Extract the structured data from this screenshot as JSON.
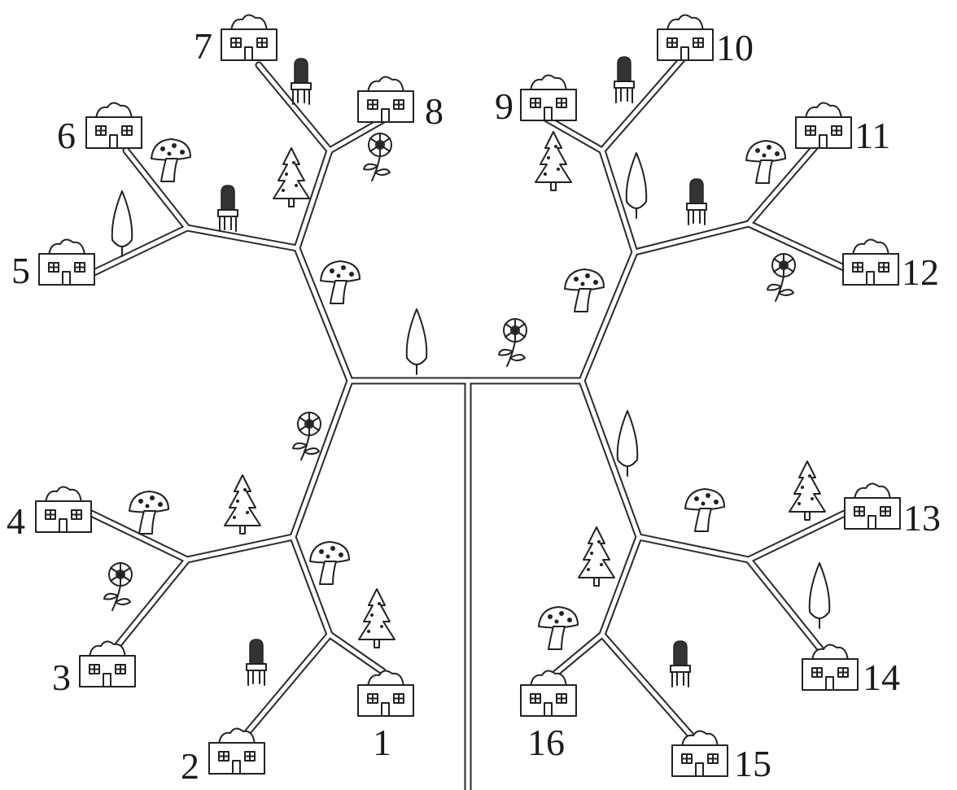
{
  "houses": [
    {
      "id": "1",
      "label": "1"
    },
    {
      "id": "2",
      "label": "2"
    },
    {
      "id": "3",
      "label": "3"
    },
    {
      "id": "4",
      "label": "4"
    },
    {
      "id": "5",
      "label": "5"
    },
    {
      "id": "6",
      "label": "6"
    },
    {
      "id": "7",
      "label": "7"
    },
    {
      "id": "8",
      "label": "8"
    },
    {
      "id": "9",
      "label": "9"
    },
    {
      "id": "10",
      "label": "10"
    },
    {
      "id": "11",
      "label": "11"
    },
    {
      "id": "12",
      "label": "12"
    },
    {
      "id": "13",
      "label": "13"
    },
    {
      "id": "14",
      "label": "14"
    },
    {
      "id": "15",
      "label": "15"
    },
    {
      "id": "16",
      "label": "16"
    }
  ],
  "landmarks": [
    "house-icon",
    "mushroom-icon",
    "tree-icon",
    "cypress-icon",
    "flower-icon",
    "chair-icon"
  ]
}
